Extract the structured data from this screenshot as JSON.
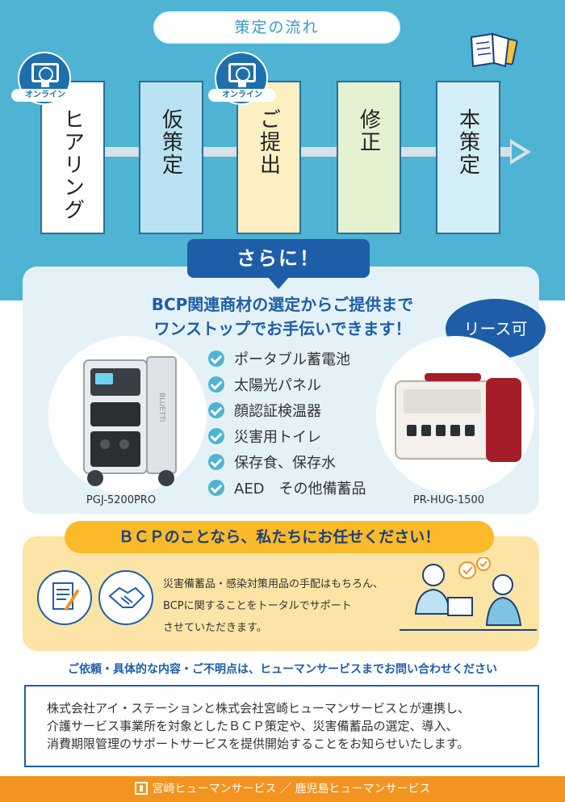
{
  "flow": {
    "title": "策定の流れ",
    "online_label": "オンライン",
    "steps": [
      "ヒアリング",
      "仮策定",
      "ご提出",
      "修正",
      "本策定"
    ]
  },
  "more": {
    "tab": "さらに！",
    "headline_line1": "BCP関連商材の選定からご提供まで",
    "headline_line2": "ワンストップでお手伝いできます！",
    "lease": "リース可",
    "items": [
      "ポータブル蓄電池",
      "太陽光パネル",
      "顔認証検温器",
      "災害用トイレ",
      "保存食、保存水",
      "AED　その他備蓄品"
    ],
    "product_left": "PGJ-5200PRO",
    "product_left_brand": "BLUETTI",
    "product_right": "PR-HUG-1500"
  },
  "bcp": {
    "tab": "ＢＣＰのことなら、私たちにお任せください！",
    "text_line1": "災害備蓄品・感染対策用品の手配はもちろん、",
    "text_line2": "BCPに関することをトータルでサポート",
    "text_line3": "させていただきます。"
  },
  "contact": "ご依頼・具体的な内容・ご不明点は、ヒューマンサービスまでお問い合わせください",
  "notice": {
    "line1": "株式会社アイ・ステーションと株式会社宮崎ヒューマンサービスとが連携し、",
    "line2": "介護サービス事業所を対象としたＢＣＰ策定や、災害備蓄品の選定、導入、",
    "line3": "消費期限管理のサポートサービスを提供開始することをお知らせいたします。"
  },
  "footer": "宮崎ヒューマンサービス ／ 鹿児島ヒューマンサービス",
  "colors": {
    "sky": "#4fb3d4",
    "navy": "#1e5ea8",
    "orange": "#f39420",
    "yellow": "#fbba2a"
  }
}
